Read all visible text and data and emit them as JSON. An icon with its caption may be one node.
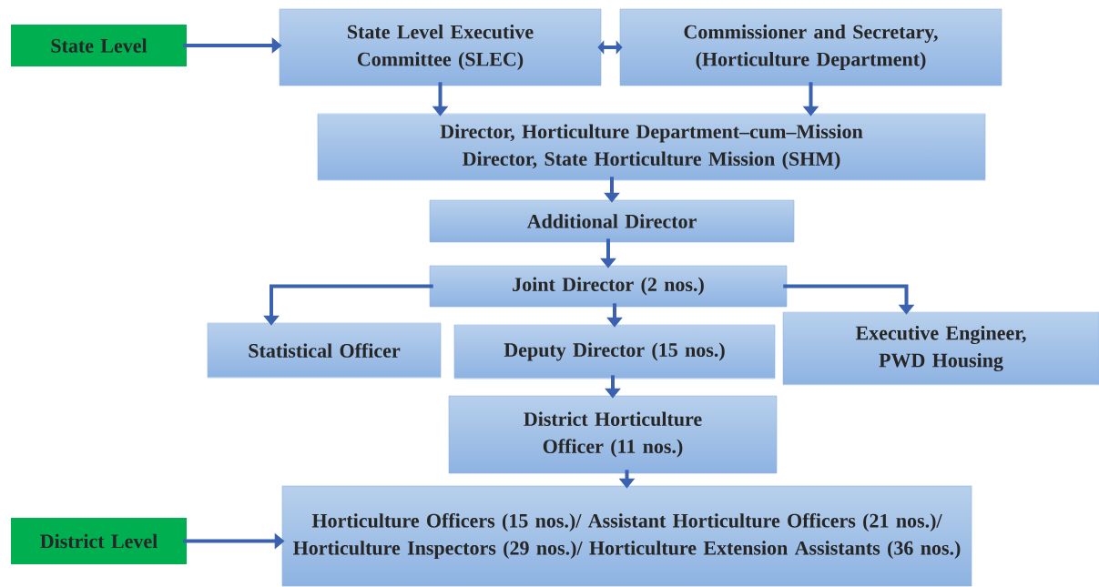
{
  "diagram": {
    "nodes": [
      {
        "text": [
          "State Level"
        ]
      },
      {
        "text": [
          "State Level Executive Committee (SLEC)"
        ]
      },
      {
        "text": [
          "Commissioner and Secretary, (Horticulture Department)"
        ]
      },
      {
        "text": [
          "Director, Horticulture Department–cum–Mission Director, State Horticulture Mission (SHM)"
        ]
      },
      {
        "text": [
          "Additional Director"
        ]
      },
      {
        "text": [
          "Joint Director (2 nos.)"
        ]
      },
      {
        "text": [
          "Statistical Officer"
        ]
      },
      {
        "text": [
          "Deputy Director (15 nos.)"
        ]
      },
      {
        "text": [
          "Executive Engineer, PWD Housing"
        ]
      },
      {
        "text": [
          "District Horticulture Officer (11 nos.)"
        ]
      },
      {
        "text": [
          "Horticulture Officers (15 nos.)/ Assistant Horticulture Officers (21 nos.)/ Horticulture Inspectors (29 nos.)/ Horticulture Extension Assistants (36 nos.)"
        ]
      },
      {
        "text": [
          "District Level"
        ]
      }
    ],
    "edges": [
      {
        "from": 0,
        "to": 1,
        "arrow": "to"
      },
      {
        "from": 1,
        "to": 2,
        "arrow": "both"
      },
      {
        "from": 1,
        "to": 3,
        "arrow": "to"
      },
      {
        "from": 2,
        "to": 3,
        "arrow": "to"
      },
      {
        "from": 3,
        "to": 4,
        "arrow": "to"
      },
      {
        "from": 4,
        "to": 5,
        "arrow": "to"
      },
      {
        "from": 5,
        "to": 6,
        "arrow": "to"
      },
      {
        "from": 5,
        "to": 7,
        "arrow": "to"
      },
      {
        "from": 5,
        "to": 8,
        "arrow": "to"
      },
      {
        "from": 7,
        "to": 9,
        "arrow": "to"
      },
      {
        "from": 9,
        "to": 10,
        "arrow": "to"
      },
      {
        "from": 11,
        "to": 10,
        "arrow": "to"
      }
    ]
  }
}
